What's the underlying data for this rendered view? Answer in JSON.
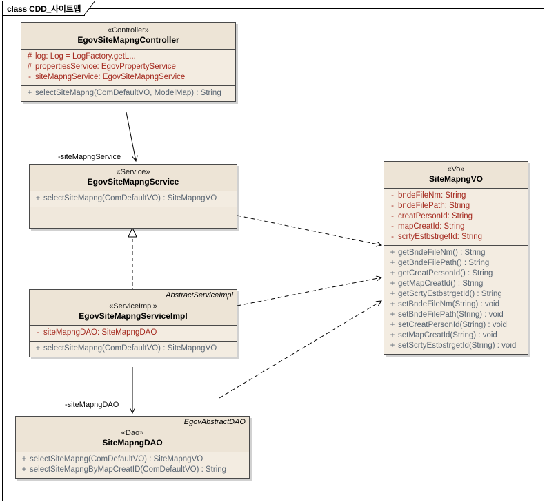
{
  "diagram": {
    "frame_label": "class CDD_사이트맵",
    "background": "#ffffff",
    "node_fill": "#f3ece1",
    "header_fill": "#ede4d6",
    "border_color": "#4a4a4a",
    "attribute_color": "#a52a1f",
    "operation_color": "#5a6673"
  },
  "nodes": {
    "controller": {
      "stereotype": "«Controller»",
      "name": "EgovSiteMapngController",
      "attributes": [
        {
          "visibility": "#",
          "text": "log:  Log = LogFactory.getL..."
        },
        {
          "visibility": "#",
          "text": "propertiesService:  EgovPropertyService"
        },
        {
          "visibility": "-",
          "text": "siteMapngService:  EgovSiteMapngService"
        }
      ],
      "operations": [
        {
          "visibility": "+",
          "text": "selectSiteMapng(ComDefaultVO, ModelMap) : String"
        }
      ]
    },
    "service": {
      "stereotype": "«Service»",
      "name": "EgovSiteMapngService",
      "attributes": [],
      "operations": [
        {
          "visibility": "+",
          "text": "selectSiteMapng(ComDefaultVO) : SiteMapngVO"
        }
      ]
    },
    "service_impl": {
      "parent": "AbstractServiceImpl",
      "stereotype": "«ServiceImpl»",
      "name": "EgovSiteMapngServiceImpl",
      "attributes": [
        {
          "visibility": "-",
          "text": "siteMapngDAO:  SiteMapngDAO"
        }
      ],
      "operations": [
        {
          "visibility": "+",
          "text": "selectSiteMapng(ComDefaultVO) : SiteMapngVO"
        }
      ]
    },
    "dao": {
      "parent": "EgovAbstractDAO",
      "stereotype": "«Dao»",
      "name": "SiteMapngDAO",
      "attributes": [],
      "operations": [
        {
          "visibility": "+",
          "text": "selectSiteMapng(ComDefaultVO) : SiteMapngVO"
        },
        {
          "visibility": "+",
          "text": "selectSiteMapngByMapCreatID(ComDefaultVO) : String"
        }
      ]
    },
    "vo": {
      "stereotype": "«Vo»",
      "name": "SiteMapngVO",
      "attributes": [
        {
          "visibility": "-",
          "text": "bndeFileNm:  String"
        },
        {
          "visibility": "-",
          "text": "bndeFilePath:  String"
        },
        {
          "visibility": "-",
          "text": "creatPersonId:  String"
        },
        {
          "visibility": "-",
          "text": "mapCreatId:  String"
        },
        {
          "visibility": "-",
          "text": "scrtyEstbstrgetId:  String"
        }
      ],
      "operations": [
        {
          "visibility": "+",
          "text": "getBndeFileNm() : String"
        },
        {
          "visibility": "+",
          "text": "getBndeFilePath() : String"
        },
        {
          "visibility": "+",
          "text": "getCreatPersonId() : String"
        },
        {
          "visibility": "+",
          "text": "getMapCreatId() : String"
        },
        {
          "visibility": "+",
          "text": "getScrtyEstbstrgetId() : String"
        },
        {
          "visibility": "+",
          "text": "setBndeFileNm(String) : void"
        },
        {
          "visibility": "+",
          "text": "setBndeFilePath(String) : void"
        },
        {
          "visibility": "+",
          "text": "setCreatPersonId(String) : void"
        },
        {
          "visibility": "+",
          "text": "setMapCreatId(String) : void"
        },
        {
          "visibility": "+",
          "text": "setScrtyEstbstrgetId(String) : void"
        }
      ]
    }
  },
  "connectors": {
    "controller_to_service": {
      "label": "-siteMapngService",
      "kind": "association-directed"
    },
    "service_impl_to_service": {
      "label": "",
      "kind": "realization"
    },
    "service_impl_to_dao": {
      "label": "-siteMapngDAO",
      "kind": "association-directed"
    },
    "service_to_vo": {
      "label": "",
      "kind": "dependency"
    },
    "service_impl_to_vo": {
      "label": "",
      "kind": "dependency"
    },
    "dao_to_vo": {
      "label": "",
      "kind": "dependency"
    }
  }
}
